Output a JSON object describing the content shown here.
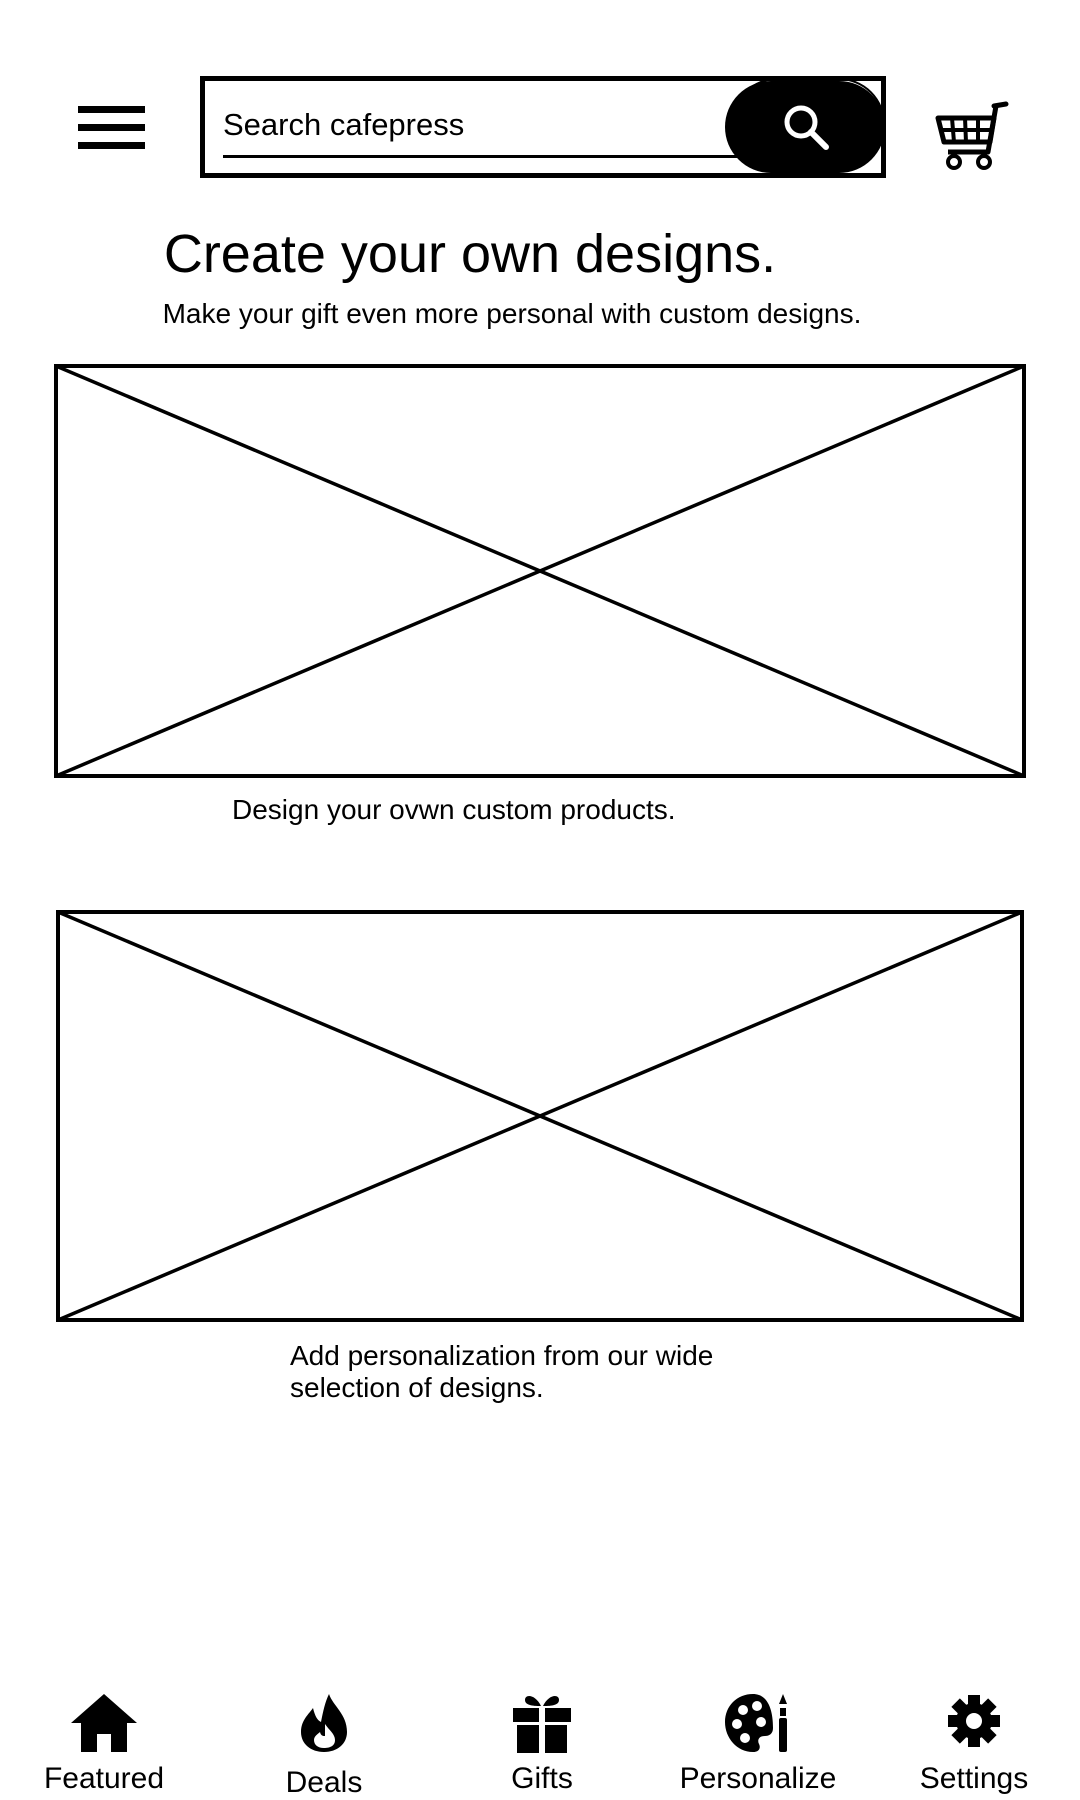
{
  "header": {
    "search": {
      "placeholder": "Search cafepress",
      "value": ""
    },
    "icons": {
      "menu": "hamburger-menu-icon",
      "search": "magnifier-icon",
      "cart": "shopping-cart-icon"
    }
  },
  "main": {
    "title": "Create your own designs.",
    "subtitle": "Make your gift even more personal with custom designs.",
    "cards": [
      {
        "caption": "Design your ovwn custom products."
      },
      {
        "caption": "Add personalization from our wide selection of designs."
      }
    ]
  },
  "bottom_nav": {
    "items": [
      {
        "label": "Featured",
        "icon": "home-icon"
      },
      {
        "label": "Deals",
        "icon": "flame-icon"
      },
      {
        "label": "Gifts",
        "icon": "gift-icon"
      },
      {
        "label": "Personalize",
        "icon": "palette-icon"
      },
      {
        "label": "Settings",
        "icon": "gear-icon"
      }
    ]
  },
  "colors": {
    "foreground": "#000000",
    "background": "#ffffff"
  }
}
